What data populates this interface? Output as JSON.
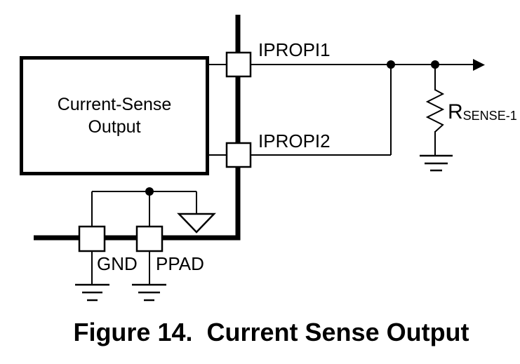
{
  "figure": {
    "block": {
      "title_line1": "Current-Sense",
      "title_line2": "Output"
    },
    "pin_labels": {
      "ipropi1": "IPROPI1",
      "ipropi2": "IPROPI2",
      "gnd": "GND",
      "ppad": "PPAD"
    },
    "resistor_label": {
      "base": "R",
      "subscript": "SENSE-1"
    },
    "caption": "Figure 14.  Current Sense Output"
  },
  "colors": {
    "ink": "#000000",
    "background": "#ffffff"
  }
}
